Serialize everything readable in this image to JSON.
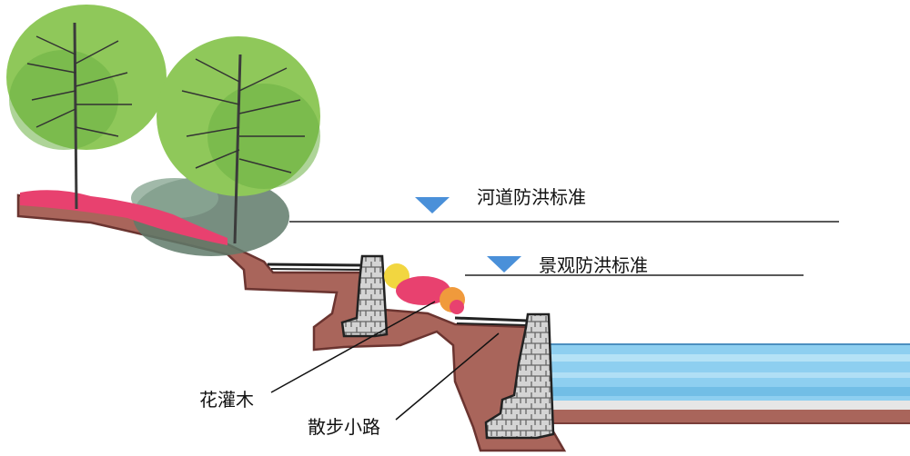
{
  "labels": {
    "river_flood_standard": "河道防洪标准",
    "landscape_flood_standard": "景观防洪标准",
    "flowering_shrubs": "花灌木",
    "walking_path": "散步小路"
  },
  "colors": {
    "soil_dark": "#7a3f3a",
    "soil_light": "#a9655b",
    "foliage_light": "#8fc85a",
    "foliage_mid": "#6bb143",
    "shrub_pink": "#e8416f",
    "shrub_yellow": "#f2d640",
    "bush_grey": "#5f7a6a",
    "stone_grey": "#c8c8c8",
    "water_blue": "#7fc6ea",
    "water_light": "#bfe6f7",
    "marker_blue": "#4a90d9"
  }
}
